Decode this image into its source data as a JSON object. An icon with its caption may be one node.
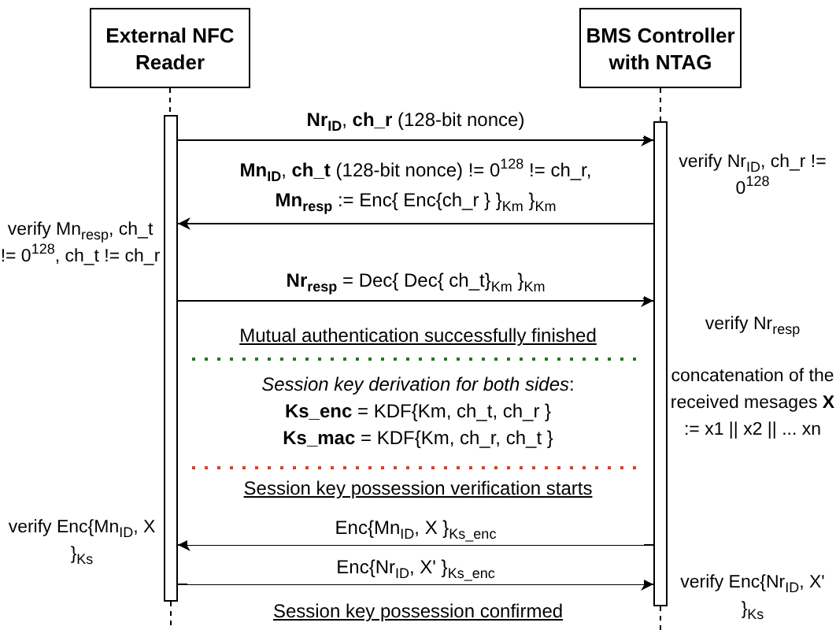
{
  "diagram": {
    "nodes": [
      {
        "text": [
          "External NFC Reader"
        ]
      },
      {
        "text": [
          "BMS Controller with NTAG"
        ]
      },
      {
        "text": [],
        "shape": "bar",
        "beside": [
          "verify Mn$_{resp}$, ch_t != 0$^{128}$, ch_t != ch_r",
          "verify Enc{Mn$_{ID}$, X }$_{Ks}$"
        ]
      },
      {
        "text": [],
        "shape": "bar",
        "beside": [
          "verify Nr$_{ID}$, ch_r != 0$^{128}$",
          "verify Nr$_{resp}$",
          "concatenation of the received mesages **X** := x1 || x2 || ... xn",
          "verify Enc{Nr$_{ID}$, X' }$_{Ks}$"
        ]
      }
    ],
    "edges": [
      {
        "from": 0,
        "to": 2,
        "arrow": "none",
        "style": "dashed"
      },
      {
        "from": 1,
        "to": 3,
        "arrow": "none",
        "style": "dashed"
      },
      {
        "from": 2,
        "to": 3,
        "arrow": "to",
        "label": "**Nr$_{ID}$**, **ch_r** (128-bit nonce)"
      },
      {
        "from": 3,
        "to": 2,
        "arrow": "to",
        "label": "**Mn$_{ID}$**, **ch_t** (128-bit nonce) != 0$^{128}$ != ch_r, **Mn$_{resp}$** := Enc{ Enc{ch_r } }$_{Km}$ }$_{Km}$"
      },
      {
        "from": 2,
        "to": 3,
        "arrow": "to",
        "label": "**Nr$_{resp}$** = Dec{ Dec{ ch_t}$_{Km}$ }$_{Km}$"
      },
      {
        "from": 3,
        "to": 2,
        "arrow": "to",
        "label": "Enc{Mn$_{ID}$, X }$_{Ks_enc}$"
      },
      {
        "from": 2,
        "to": 3,
        "arrow": "to",
        "label": "Enc{Nr$_{ID}$, X' }$_{Ks_enc}$"
      }
    ],
    "labels": [
      "Mutual authentication successfully finished",
      "*Session key derivation for both sides*:",
      "**Ks_enc** = KDF{Km, ch_t, ch_r }",
      "**Ks_mac** = KDF{Km, ch_r, ch_t }",
      "Session key possession verification starts",
      "Session key possession confirmed"
    ]
  }
}
